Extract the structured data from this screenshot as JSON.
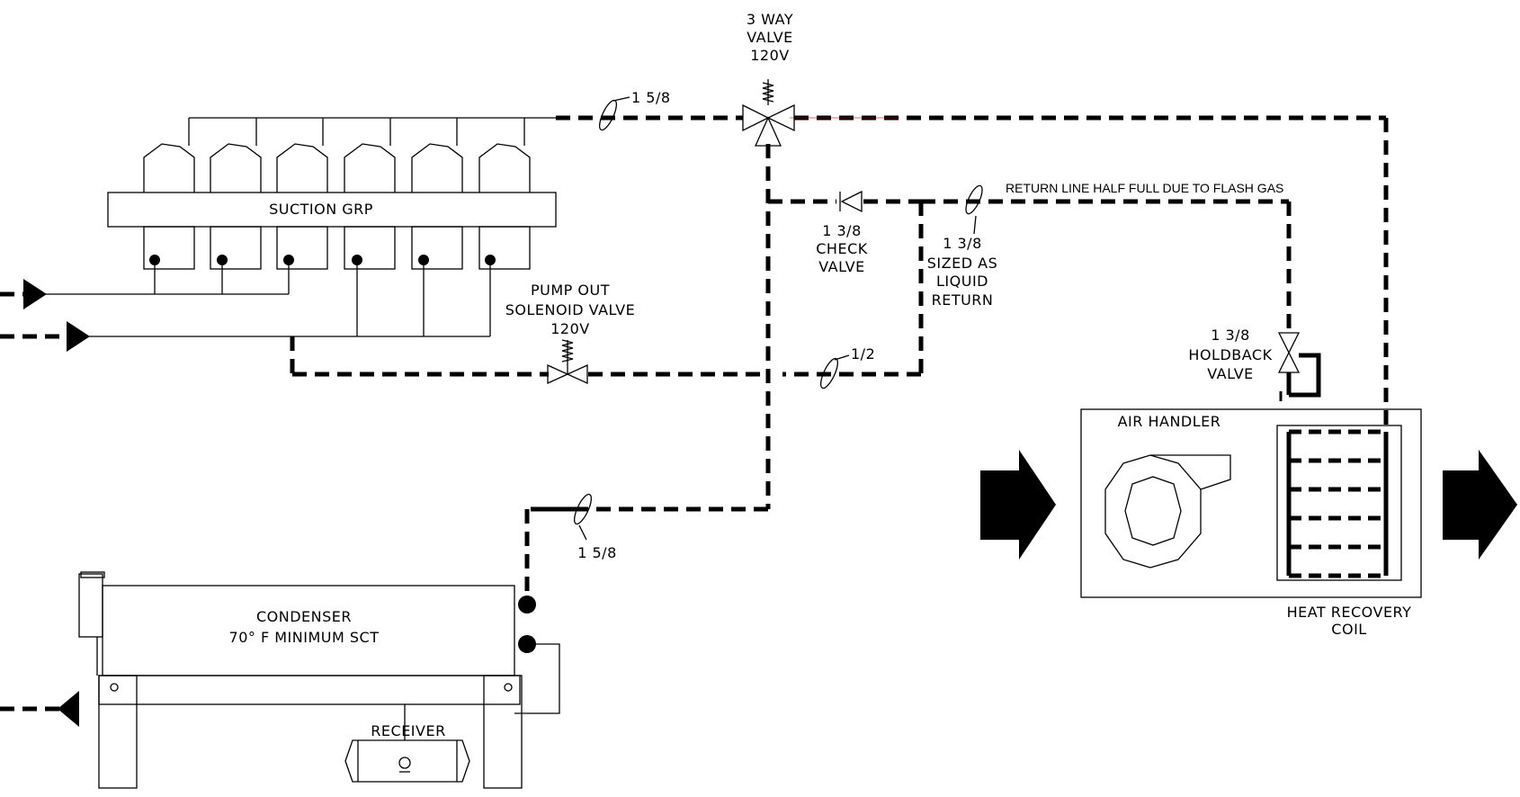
{
  "labels": {
    "three_way_valve": [
      "3 WAY",
      "VALVE",
      "120V"
    ],
    "suction_group": "SUCTION GRP",
    "pipe_top": "1 5/8",
    "return_line_note": "RETURN LINE HALF FULL DUE TO FLASH GAS",
    "check_valve": [
      "1 3/8",
      "CHECK",
      "VALVE"
    ],
    "liquid_return": [
      "1 3/8",
      "SIZED AS",
      "LIQUID",
      "RETURN"
    ],
    "pump_out_valve": [
      "PUMP OUT",
      "SOLENOID VALVE",
      "120V"
    ],
    "pipe_half": "1/2",
    "holdback_valve": [
      "1 3/8",
      "HOLDBACK",
      "VALVE"
    ],
    "air_handler": "AIR HANDLER",
    "pipe_lower": "1 5/8",
    "condenser": [
      "CONDENSER",
      "70° F MINIMUM SCT"
    ],
    "heat_recovery_coil": [
      "HEAT RECOVERY",
      "COIL"
    ],
    "receiver": "RECEIVER"
  },
  "colors": {
    "line": "#000000",
    "accent": "#cc0000",
    "background": "#ffffff"
  }
}
